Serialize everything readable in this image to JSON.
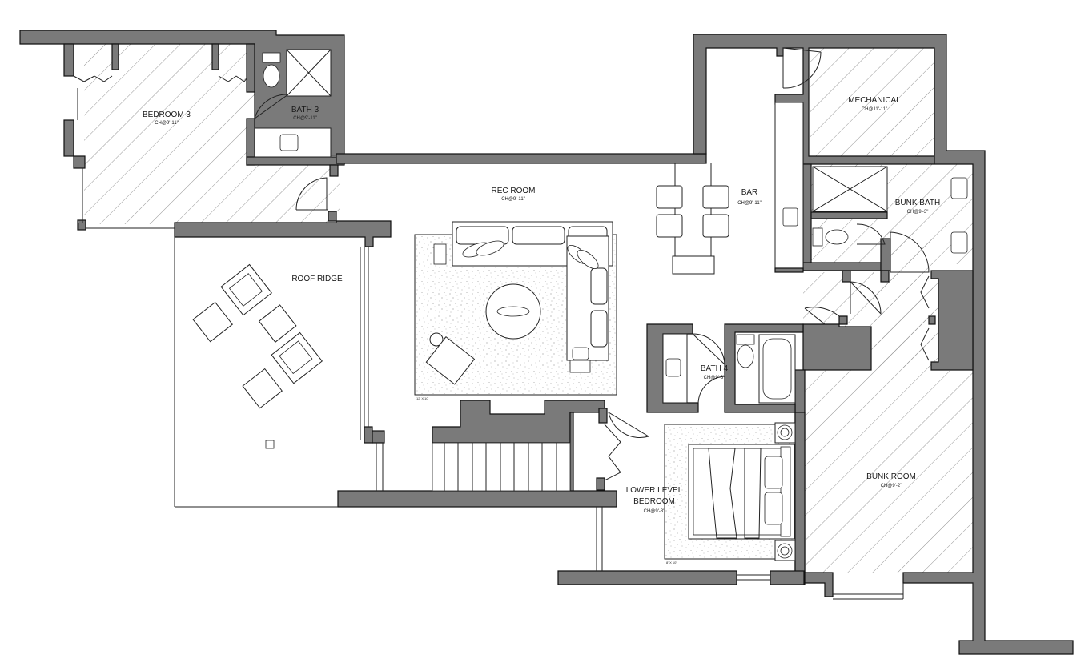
{
  "rooms": {
    "bedroom3": {
      "name": "BEDROOM 3",
      "ch": "CH@9'-11\""
    },
    "bath3": {
      "name": "BATH 3",
      "ch": "CH@9'-11\""
    },
    "rec_room": {
      "name": "REC ROOM",
      "ch": "CH@9'-11\""
    },
    "bar": {
      "name": "BAR",
      "ch": "CH@9'-11\""
    },
    "mechanical": {
      "name": "MECHANICAL",
      "ch": "CH@11'-11\""
    },
    "bunk_bath": {
      "name": "BUNK BATH",
      "ch": "CH@9'-3\""
    },
    "roof_ridge": {
      "name": "ROOF RIDGE"
    },
    "bath4": {
      "name": "BATH 4",
      "ch": "CH@9'-3\""
    },
    "lower_level_bedroom": {
      "line1": "LOWER LEVEL",
      "line2": "BEDROOM",
      "ch": "CH@9'-3\""
    },
    "bunk_room": {
      "name": "BUNK ROOM",
      "ch": "CH@9'-2\""
    }
  },
  "rugs": {
    "rec_room": "12' X 10'",
    "bedroom": "8' X 10'"
  },
  "colors": {
    "wall_fill": "#7a7a7a",
    "line": "#222222",
    "hatch": "#8a8a8a"
  }
}
